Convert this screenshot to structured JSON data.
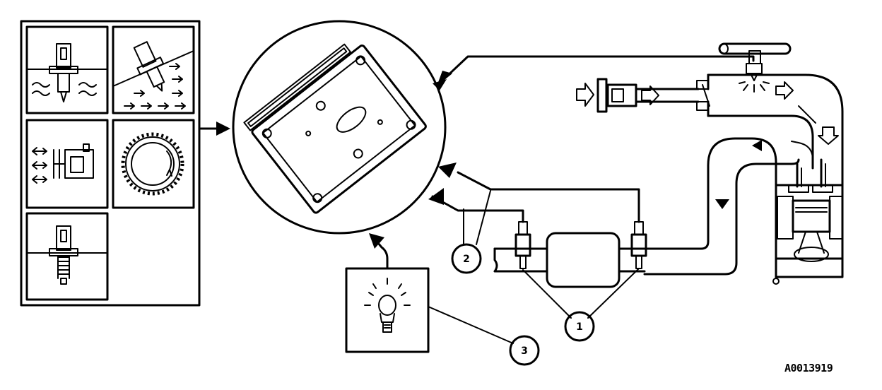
{
  "figure": {
    "reference_code": "A0013919"
  },
  "callouts": [
    {
      "id": "1",
      "label": "1"
    },
    {
      "id": "2",
      "label": "2"
    },
    {
      "id": "3",
      "label": "3"
    }
  ],
  "icons": {
    "sensor_panel": [
      "coolant-temperature-sensor-icon",
      "intake-air-temperature-sensor-icon",
      "mass-airflow-sensor-icon",
      "crankshaft-position-sensor-icon",
      "oil-temperature-sensor-icon"
    ],
    "control_unit": "engine-control-module-icon",
    "warning_lamp": "malfunction-indicator-lamp-icon",
    "catalytic_converter": "catalytic-converter-icon",
    "oxygen_sensors": "oxygen-sensor-icon",
    "fuel_injector": "fuel-injector-icon",
    "engine": "engine-cylinder-icon"
  }
}
